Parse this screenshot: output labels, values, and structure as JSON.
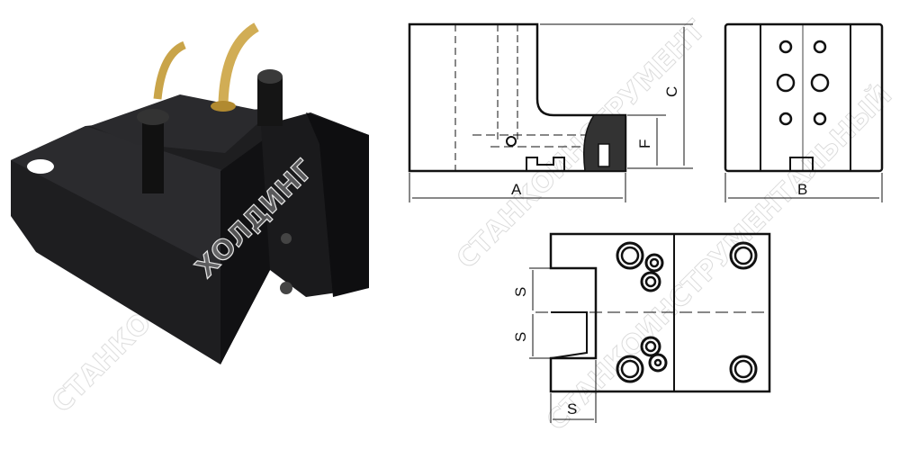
{
  "product_photo": {
    "description_icon": "tool-holder-photo"
  },
  "front_view": {
    "dim_a": "A",
    "dim_c": "C",
    "dim_f": "F"
  },
  "side_view": {
    "dim_b": "B"
  },
  "top_view": {
    "dim_s_upper": "S",
    "dim_s_lower": "S",
    "dim_s_bottom": "S"
  },
  "watermark": {
    "line1": "СТАНКОИНСТРУМЕНТ",
    "line2": "ХОЛДИНГ",
    "line3": "СТАНКОИНСТРУМЕНТАЛЬНЫЙ"
  },
  "colors": {
    "line": "#111111",
    "body": "#1a1a1c",
    "brass": "#c9a449",
    "watermark": "#d8d8d8"
  }
}
